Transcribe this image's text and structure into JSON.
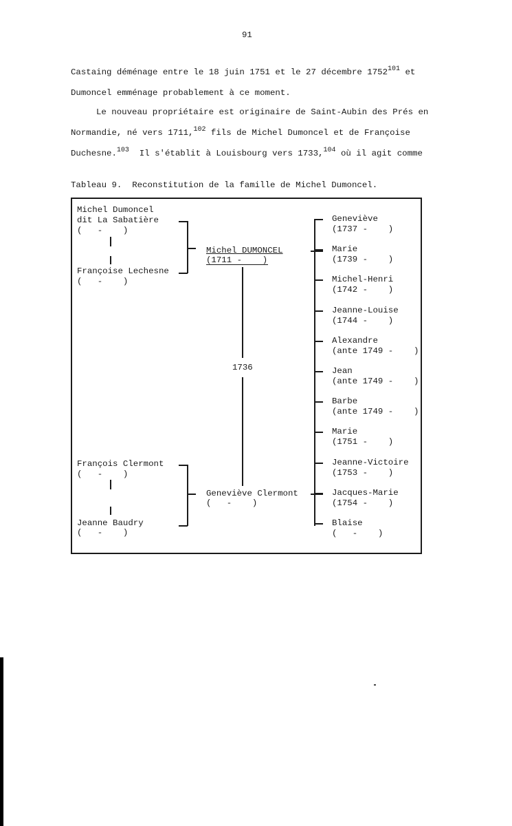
{
  "page_number": "91",
  "paragraphs": [
    {
      "text": "Castaing déménage entre le 18 juin 1751 et le 27 décembre 1752",
      "note": "101",
      "after": " et"
    },
    {
      "text": "Dumoncel emménage probablement à ce moment."
    },
    {
      "text": "Le nouveau propriétaire est originaire de Saint-Aubin des Prés en"
    },
    {
      "text": "Normandie, né vers 1711,",
      "note": "102",
      "after": " fils de Michel Dumoncel et de Françoise"
    },
    {
      "text": "Duchesne.",
      "note": "103",
      "after": "  Il s'établit à Louisbourg vers 1733,",
      "note2": "104",
      "after2": " où il agit comme"
    }
  ],
  "caption": "Tableau 9.  Reconstitution de la famille de Michel Dumoncel.",
  "tree": {
    "paternal_grandfather": {
      "name1": "Michel Dumoncel",
      "name2": "dit La Sabatière",
      "dates": "(   -    )"
    },
    "paternal_grandmother": {
      "name": "Françoise Lechesne",
      "dates": "(   -    )"
    },
    "father": {
      "name": "Michel DUMONCEL",
      "dates": "(1711 -    )"
    },
    "marriage_year": "1736",
    "maternal_grandfather": {
      "name": "François Clermont",
      "dates": "(   -    )"
    },
    "maternal_grandmother": {
      "name": "Jeanne Baudry",
      "dates": "(   -    )"
    },
    "mother": {
      "name": "Geneviève Clermont",
      "dates": "(   -    )"
    },
    "children": [
      {
        "name": "Geneviève",
        "dates": "(1737 -    )"
      },
      {
        "name": "Marie",
        "dates": "(1739 -    )"
      },
      {
        "name": "Michel-Henri",
        "dates": "(1742 -    )"
      },
      {
        "name": "Jeanne-Louise",
        "dates": "(1744 -    )"
      },
      {
        "name": "Alexandre",
        "dates": "(ante 1749 -    )"
      },
      {
        "name": "Jean",
        "dates": "(ante 1749 -    )"
      },
      {
        "name": "Barbe",
        "dates": "(ante 1749 -    )"
      },
      {
        "name": "Marie",
        "dates": "(1751 -    )"
      },
      {
        "name": "Jeanne-Victoire",
        "dates": "(1753 -    )"
      },
      {
        "name": "Jacques-Marie",
        "dates": "(1754 -    )"
      },
      {
        "name": "Blaise",
        "dates": "(   -    )"
      }
    ]
  }
}
